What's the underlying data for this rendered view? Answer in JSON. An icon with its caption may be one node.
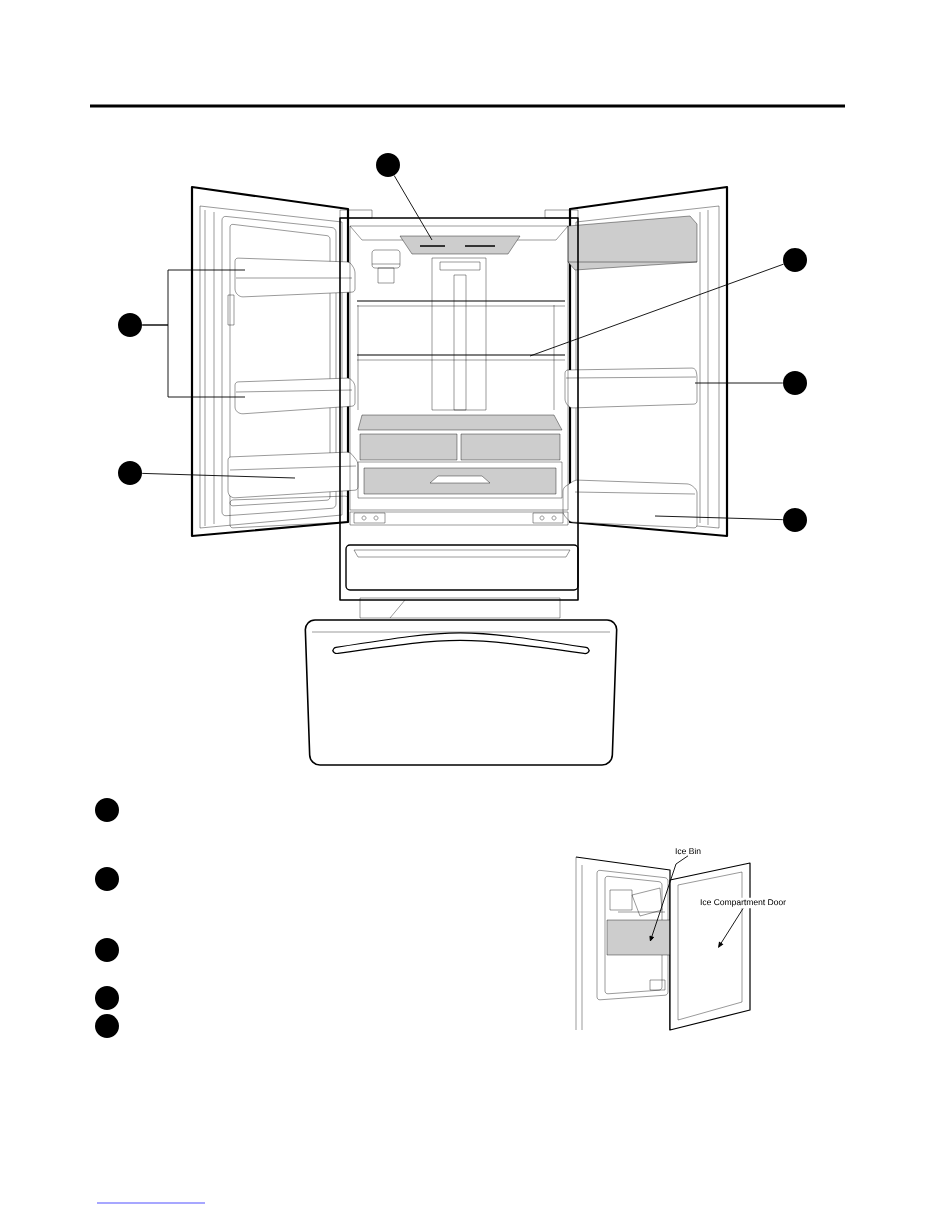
{
  "diagram": {
    "nodes": [
      {
        "text": [],
        "shape": "circle"
      },
      {
        "text": [],
        "shape": "circle"
      },
      {
        "text": [],
        "shape": "circle"
      },
      {
        "text": [],
        "shape": "circle"
      },
      {
        "text": [],
        "shape": "circle"
      },
      {
        "text": [],
        "shape": "circle"
      },
      {
        "text": [],
        "shape": "circle"
      },
      {
        "text": [],
        "shape": "circle"
      },
      {
        "text": [],
        "shape": "circle"
      },
      {
        "text": [],
        "shape": "circle"
      },
      {
        "text": [],
        "shape": "circle"
      },
      {
        "text": [
          "Ice Bin"
        ]
      },
      {
        "text": [
          "Ice Compartment Door"
        ]
      }
    ],
    "edges": [
      {
        "from": 0,
        "to": null,
        "arrow": "none"
      },
      {
        "from": 1,
        "to": null,
        "arrow": "none"
      },
      {
        "from": 2,
        "to": null,
        "arrow": "none"
      },
      {
        "from": 2,
        "to": null,
        "arrow": "none"
      },
      {
        "from": 3,
        "to": null,
        "arrow": "none"
      },
      {
        "from": 4,
        "to": null,
        "arrow": "none"
      },
      {
        "from": 5,
        "to": null,
        "arrow": "none"
      },
      {
        "from": 11,
        "to": null,
        "arrow": "to"
      },
      {
        "from": 12,
        "to": null,
        "arrow": "to"
      }
    ]
  }
}
